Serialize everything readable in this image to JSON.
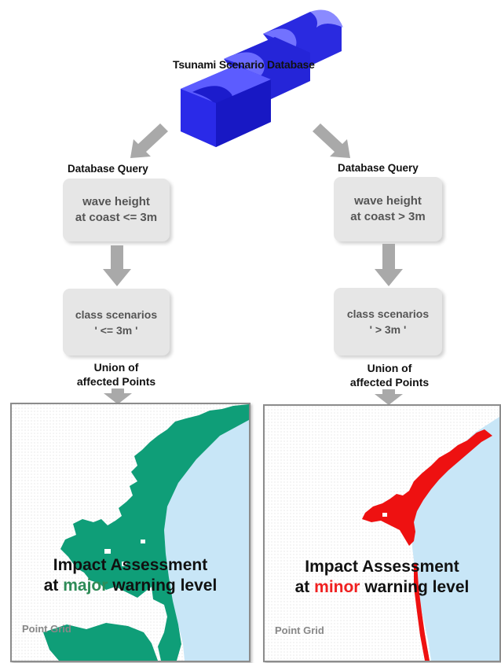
{
  "database": {
    "title": "Tsunami Scenario Database"
  },
  "branches": [
    {
      "query_label": "Database Query",
      "query_box": "wave height\nat coast <= 3m",
      "class_box": "class scenarios\n' <= 3m '",
      "union_label": "Union of\naffected Points",
      "impact_line1": "Impact Assessment",
      "impact_pre": "at ",
      "impact_level": "major",
      "impact_post": " warning level",
      "grid_label": "Point Grid",
      "level_color": "#2e8b57",
      "fill_color": "#0f9e78"
    },
    {
      "query_label": "Database Query",
      "query_box": "wave height\nat coast > 3m",
      "class_box": "class scenarios\n' > 3m '",
      "union_label": "Union of\naffected Points",
      "impact_line1": "Impact Assessment",
      "impact_pre": "at ",
      "impact_level": "minor",
      "impact_post": " warning level",
      "grid_label": "Point Grid",
      "level_color": "#f02020",
      "fill_color": "#ee1111"
    }
  ],
  "colors": {
    "sea": "#c8e6f7",
    "db_blue": "#2a2aee",
    "arrow": "#a9a9a9",
    "box": "#e6e6e6"
  }
}
